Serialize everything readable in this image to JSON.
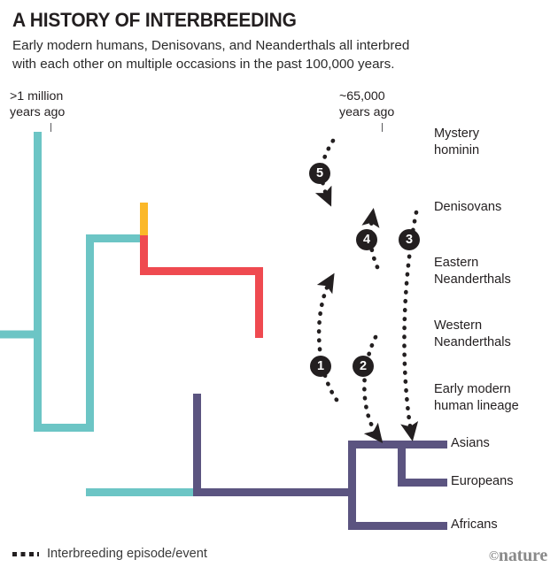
{
  "header": {
    "title": "A HISTORY OF INTERBREEDING",
    "subtitle_line1": "Early modern humans, Denisovans, and Neanderthals all interbred",
    "subtitle_line2": "with each other on multiple occasions in the past 100,000 years."
  },
  "timeline": {
    "left": {
      "line1": ">1 million",
      "line2": "years ago"
    },
    "right": {
      "line1": "~65,000",
      "line2": "years ago"
    }
  },
  "lineages": [
    {
      "id": "mystery",
      "label_line1": "Mystery",
      "label_line2": "hominin",
      "color": "#6CC5C5"
    },
    {
      "id": "denisovan",
      "label_line1": "Denisovans",
      "label_line2": "",
      "color": "#FBB829"
    },
    {
      "id": "eastern",
      "label_line1": "Eastern",
      "label_line2": "Neanderthals",
      "color": "#EF4A50"
    },
    {
      "id": "western",
      "label_line1": "Western",
      "label_line2": "Neanderthals",
      "color": "#EF4A50"
    },
    {
      "id": "emh",
      "label_line1": "Early modern",
      "label_line2": "human lineage",
      "color": "#5B5480"
    },
    {
      "id": "asians",
      "label_line1": "Asians",
      "label_line2": "",
      "color": "#5B5480"
    },
    {
      "id": "europeans",
      "label_line1": "Europeans",
      "label_line2": "",
      "color": "#5B5480"
    },
    {
      "id": "africans",
      "label_line1": "Africans",
      "label_line2": "",
      "color": "#5B5480"
    }
  ],
  "events": [
    {
      "number": "1",
      "from": "Early modern human lineage",
      "to": "Eastern Neanderthals"
    },
    {
      "number": "2",
      "from": "Western Neanderthals",
      "to": "Asians"
    },
    {
      "number": "3",
      "from": "Denisovans",
      "to": "Asians"
    },
    {
      "number": "4",
      "from": "Eastern Neanderthals",
      "to": "Denisovans"
    },
    {
      "number": "5",
      "from": "Mystery hominin",
      "to": "Denisovans"
    }
  ],
  "legend": {
    "label": "Interbreeding episode/event"
  },
  "credit": {
    "symbol": "©",
    "text": "nature"
  },
  "chart_data": {
    "type": "diagram",
    "title": "A HISTORY OF INTERBREEDING",
    "subtitle": "Early modern humans, Denisovans, and Neanderthals all interbred with each other on multiple occasions in the past 100,000 years.",
    "axis": {
      "label_left": ">1 million years ago",
      "label_right": "~65,000 years ago"
    },
    "tips": [
      "Mystery hominin",
      "Denisovans",
      "Eastern Neanderthals",
      "Western Neanderthals",
      "Early modern human lineage",
      "Asians",
      "Europeans",
      "Africans"
    ],
    "interbreeding_events": [
      {
        "number": "1",
        "source": "Early modern human lineage",
        "target": "Eastern Neanderthals"
      },
      {
        "number": "2",
        "source": "Western Neanderthals",
        "target": "Asians"
      },
      {
        "number": "3",
        "source": "Denisovans",
        "target": "Asians"
      },
      {
        "number": "4",
        "source": "Eastern Neanderthals",
        "target": "Denisovans"
      },
      {
        "number": "5",
        "source": "Mystery hominin",
        "target": "Denisovans"
      }
    ],
    "legend_entries": [
      "Interbreeding episode/event"
    ],
    "colors": {
      "teal": "#6CC5C5",
      "orange": "#FBB829",
      "red": "#EF4A50",
      "purple": "#5B5480",
      "ink": "#231f20"
    }
  }
}
